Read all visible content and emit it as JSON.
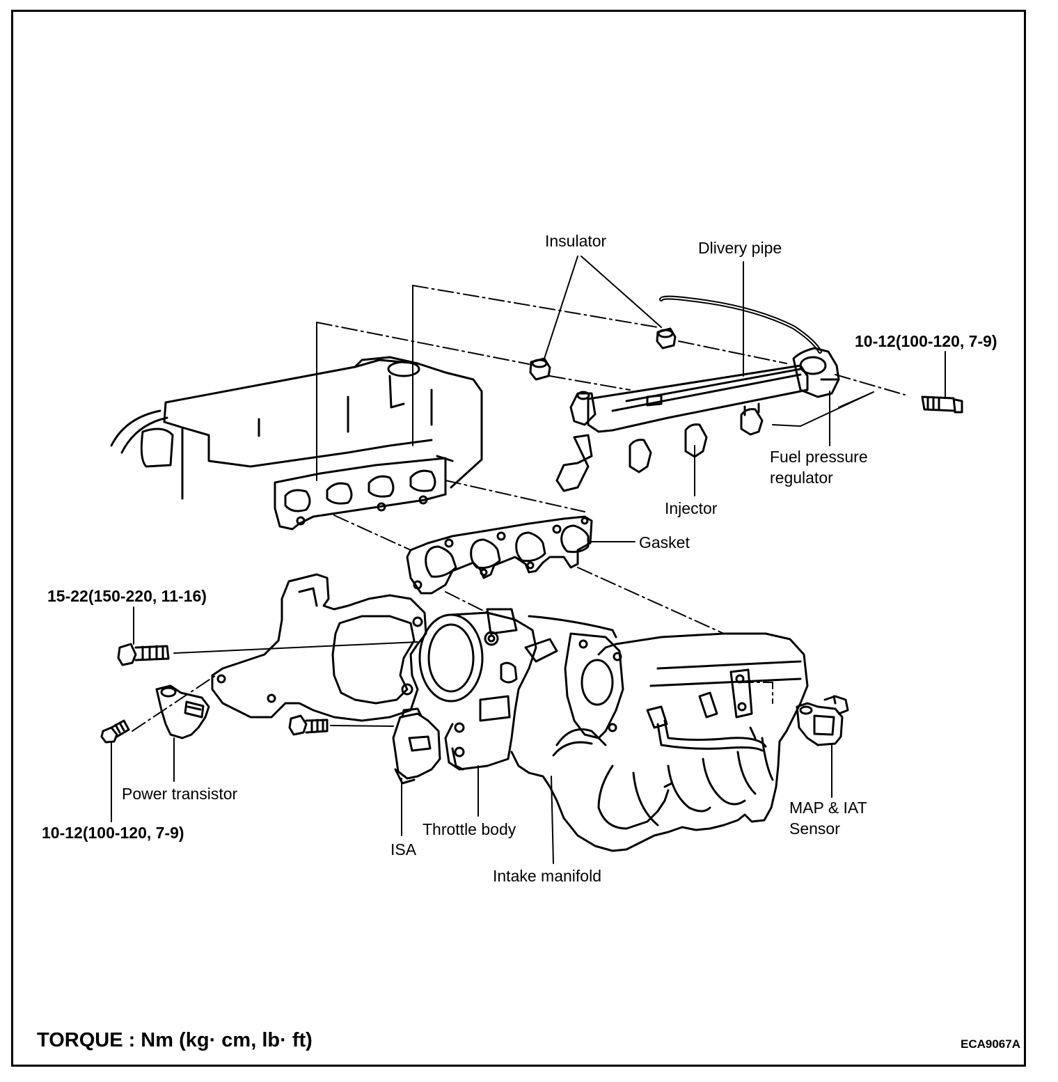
{
  "labels": {
    "insulator": "Insulator",
    "delivery_pipe": "Dlivery pipe",
    "torque_delivery_bolt": "10-12(100-120, 7-9)",
    "fuel_pressure_regulator_line1": "Fuel pressure",
    "fuel_pressure_regulator_line2": "regulator",
    "injector": "Injector",
    "gasket": "Gasket",
    "torque_throttle_bolt": "15-22(150-220, 11-16)",
    "power_transistor": "Power transistor",
    "torque_transistor_bolt": "10-12(100-120, 7-9)",
    "throttle_body": "Throttle body",
    "isa": "ISA",
    "intake_manifold": "Intake manifold",
    "map_iat_line1": "MAP & IAT",
    "map_iat_line2": "Sensor"
  },
  "footer": {
    "torque_unit": "TORQUE : Nm (kg· cm, lb· ft)",
    "figure_code": "ECA9067A"
  }
}
